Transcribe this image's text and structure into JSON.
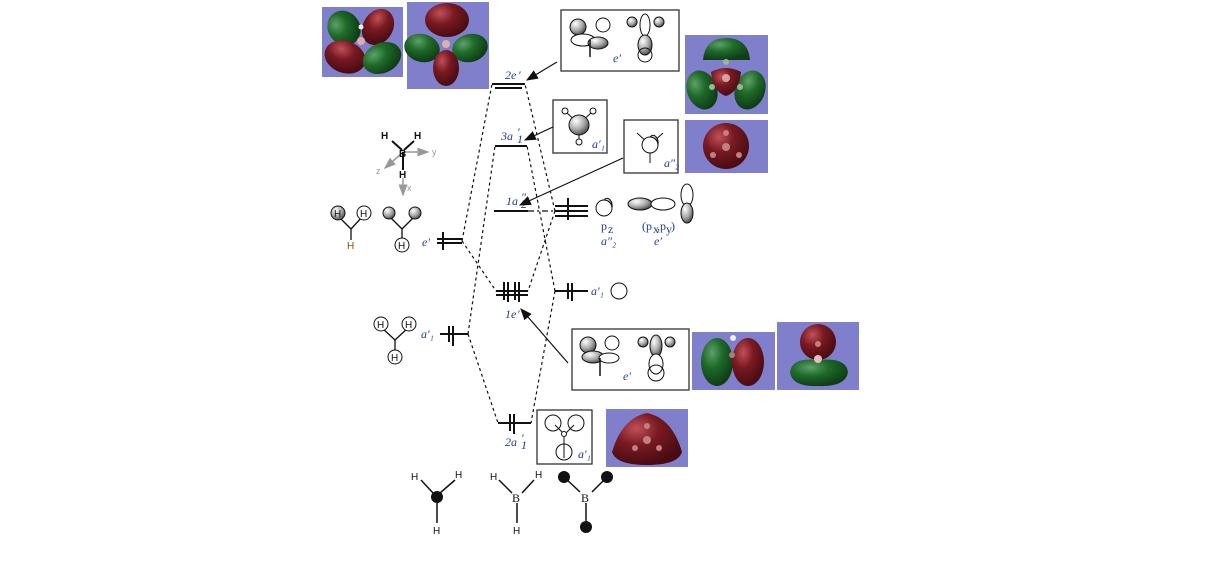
{
  "diagram": {
    "title": "BH3 molecular orbital diagram",
    "mo_levels": [
      {
        "id": "2e-prime",
        "label_main": "2e",
        "label_prime": "′"
      },
      {
        "id": "3a1-prime",
        "label_main": "3a",
        "label_sub": "1",
        "label_prime": "′"
      },
      {
        "id": "1a2-dprime",
        "label_main": "1a",
        "label_sub": "2",
        "label_prime": "″"
      },
      {
        "id": "1e-prime",
        "label_main": "1e",
        "label_prime": "′"
      },
      {
        "id": "2a1-prime",
        "label_main": "2a",
        "label_sub": "1",
        "label_prime": "′"
      }
    ],
    "left_fragment": {
      "e_label": "e′",
      "a1_label": "a′₁",
      "h_atom": "H"
    },
    "right_fragment": {
      "pz_label": "p",
      "pz_sub": "z",
      "pz_sym": "a″₂",
      "pxpy_label": "(p",
      "pxpy_x": "x",
      "pxpy_mid": ",p",
      "pxpy_y": "y",
      "pxpy_close": ")",
      "pxpy_sym": "e′",
      "s_sym": "a′₁"
    },
    "boxes": {
      "e_top_sym": "e′",
      "a1_top_sym": "a′₁",
      "a2_sym": "a″₂",
      "e_bottom_sym": "e′",
      "a1_bottom_sym": "a′₁"
    },
    "axes": {
      "x": "x",
      "y": "y",
      "z": "z",
      "h": "H",
      "b": "B"
    },
    "bottom_structures": {
      "h": "H",
      "b": "B"
    },
    "colors": {
      "mo_background": "#7f7fcc",
      "lobe_red": "#7a1a22",
      "lobe_green": "#1f6b2a",
      "label_blue": "#1f3a93"
    }
  }
}
